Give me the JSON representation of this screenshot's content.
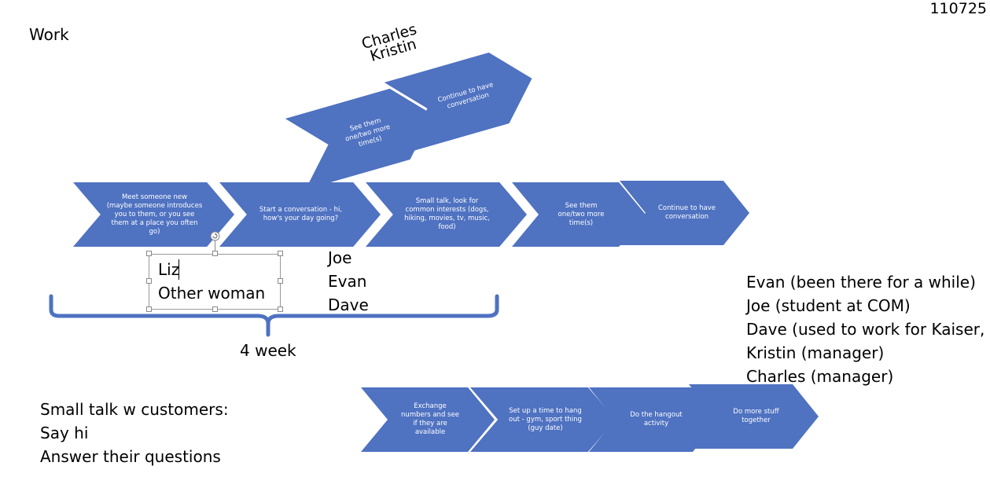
{
  "page": {
    "id_label": "110725",
    "heading": "Work",
    "accent_color": "#4f72c1"
  },
  "top_branch": {
    "names": [
      "Charles",
      "Kristin"
    ],
    "steps": [
      "See them one/two more time(s)",
      "Continue to have conversation"
    ]
  },
  "main_flow": {
    "steps": [
      "Meet someone new\n(maybe someone introduces you to them, or you see them at a place you often go)",
      "Start a conversation - hi, how's your day going?",
      "Small talk, look for common interests (dogs, hiking, movies, tv, music, food)",
      "See them one/two more time(s)",
      "Continue to have conversation"
    ]
  },
  "selected_textbox": {
    "lines": [
      "Liz",
      "Other woman"
    ]
  },
  "names_mid": [
    "Joe",
    "Evan",
    "Dave"
  ],
  "brace_label": "4 week",
  "coworkers": [
    "Evan (been there for a while)",
    "Joe (student at COM)",
    "Dave (used to work for Kaiser, I",
    "Kristin (manager)",
    "Charles (manager)"
  ],
  "small_talk": {
    "title": "Small talk w customers:",
    "items": [
      "Say hi",
      "Answer their questions"
    ]
  },
  "bottom_flow": {
    "steps": [
      "Exchange numbers and see if they are available",
      "Set up a time to hang out - gym, sport thing (guy date)",
      "Do the hangout activity",
      "Do more stuff together"
    ]
  }
}
